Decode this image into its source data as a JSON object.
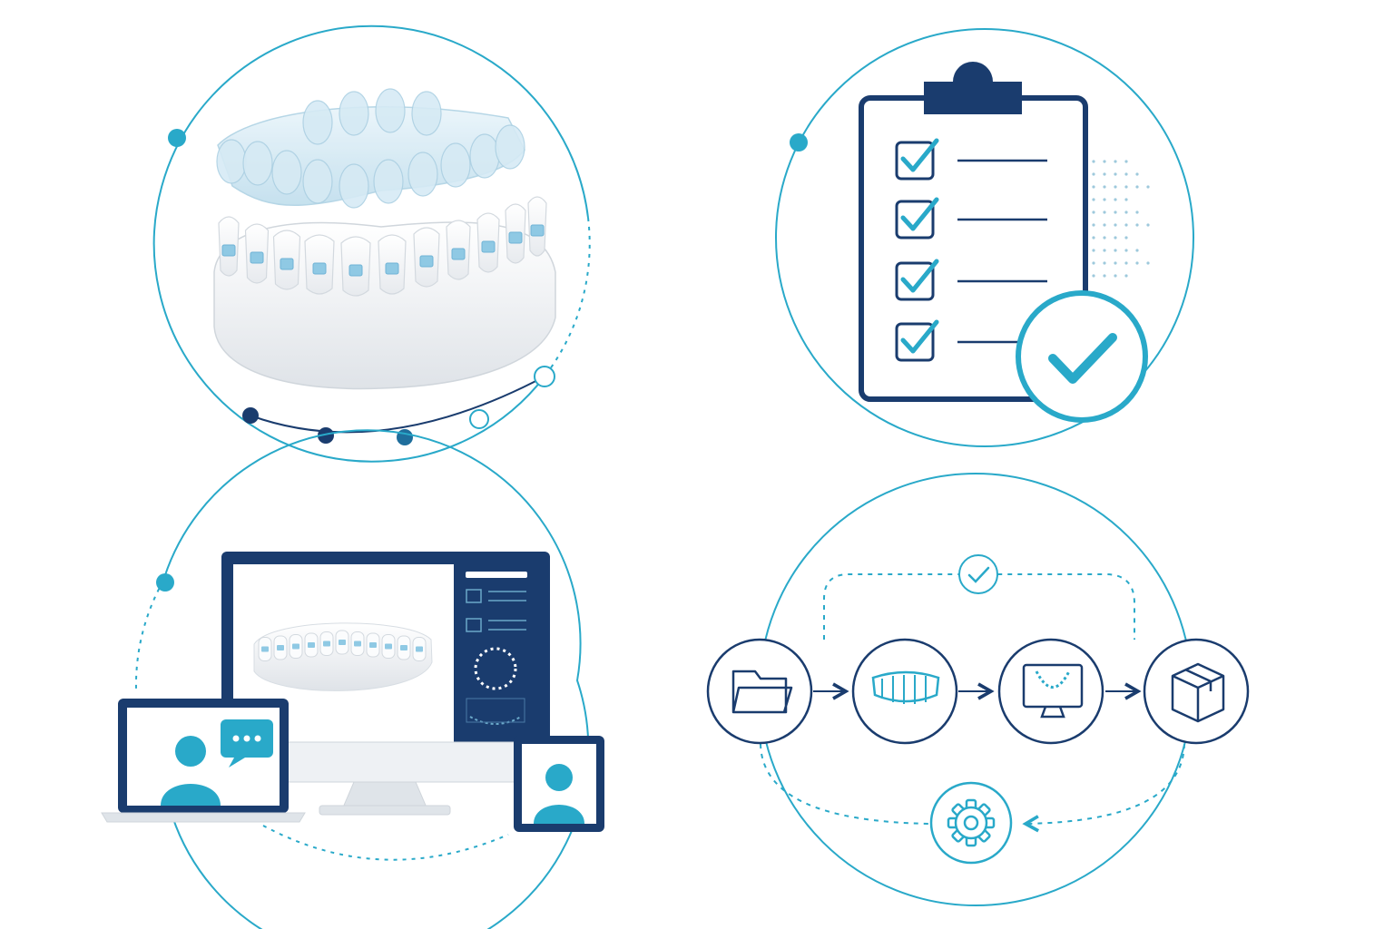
{
  "colors": {
    "navy": "#1a3c6e",
    "teal": "#29a9c9",
    "tooth": "#f4f6f8",
    "bracket": "#8fc9e4",
    "aligner": "#cfe7f3"
  },
  "panels": [
    {
      "id": "aligner-model",
      "icons": [
        "teeth-model-icon",
        "clear-aligner-icon",
        "bracket-icon"
      ]
    },
    {
      "id": "treatment-checklist",
      "icons": [
        "clipboard-icon",
        "checkbox-checked-icon",
        "approval-check-icon"
      ]
    },
    {
      "id": "remote-consultation",
      "icons": [
        "monitor-icon",
        "laptop-icon",
        "tablet-icon",
        "chat-bubble-icon",
        "user-avatar-icon"
      ]
    },
    {
      "id": "production-workflow",
      "icons": [
        "folder-icon",
        "teeth-scan-icon",
        "monitor-design-icon",
        "package-box-icon",
        "gear-icon",
        "approval-check-icon"
      ]
    }
  ],
  "checklist": {
    "item_count": 4,
    "all_checked": true
  },
  "workflow": {
    "steps": [
      "folder-icon",
      "teeth-scan-icon",
      "monitor-design-icon",
      "package-box-icon"
    ],
    "feedback": "gear-icon",
    "approval": "approval-check-icon"
  }
}
